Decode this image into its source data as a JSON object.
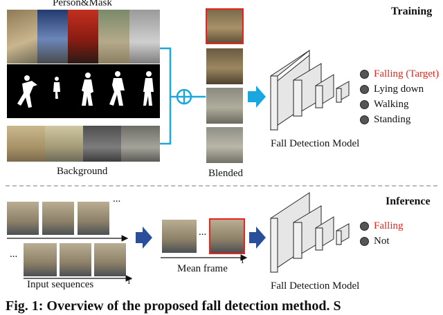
{
  "training": {
    "section_title": "Training",
    "person_mask_label": "Person&Mask",
    "background_label": "Background",
    "blended_label": "Blended",
    "model_label": "Fall Detection Model",
    "classes": [
      {
        "label": "Falling (Target)",
        "color": "#e8231a"
      },
      {
        "label": "Lying down",
        "color": "#222222"
      },
      {
        "label": "Walking",
        "color": "#222222"
      },
      {
        "label": "Standing",
        "color": "#222222"
      }
    ]
  },
  "inference": {
    "section_title": "Inference",
    "input_label": "Input sequences",
    "mean_label": "Mean frame",
    "model_label": "Fall Detection Model",
    "axis_label": "T",
    "ellipsis": "...",
    "classes": [
      {
        "label": "Falling",
        "color": "#e8231a"
      },
      {
        "label": "Not",
        "color": "#222222"
      }
    ]
  },
  "caption": "Fig. 1: Overview of the proposed fall detection method. S",
  "colors": {
    "accent_blue": "#1aa7e0",
    "arrow_navy": "#2a4f9a",
    "highlight_red": "#e8231a"
  }
}
